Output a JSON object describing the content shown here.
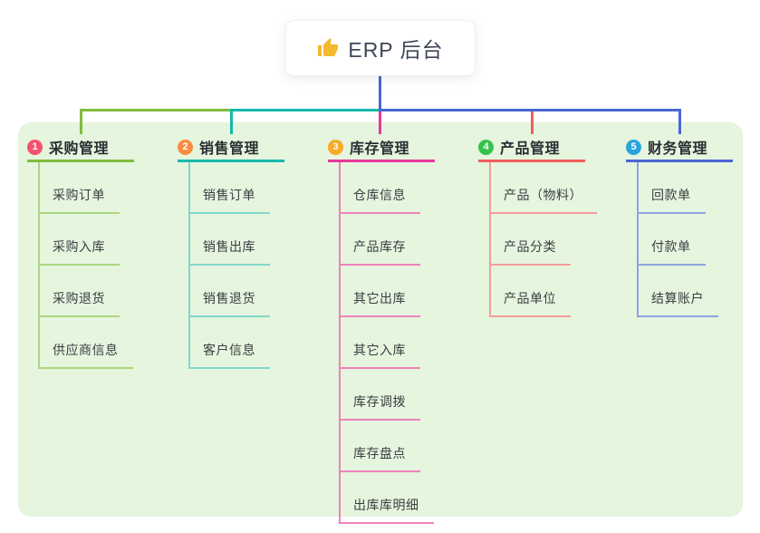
{
  "root": {
    "label": "ERP 后台",
    "icon": "thumbs-up",
    "icon_color": "#f5b82e"
  },
  "panel": {
    "background": "#e5f5de"
  },
  "connector": {
    "trunk_color": "#4a66d6"
  },
  "branches": [
    {
      "number": "1",
      "label": "采购管理",
      "badge_color": "#f4516c",
      "line_color": "#80bc3e",
      "tint_color": "#abd77f",
      "children": [
        "采购订单",
        "采购入库",
        "采购退货",
        "供应商信息"
      ]
    },
    {
      "number": "2",
      "label": "销售管理",
      "badge_color": "#f98b43",
      "line_color": "#15b8ac",
      "tint_color": "#82d7cc",
      "children": [
        "销售订单",
        "销售出库",
        "销售退货",
        "客户信息"
      ]
    },
    {
      "number": "3",
      "label": "库存管理",
      "badge_color": "#f8aa26",
      "line_color": "#e6399b",
      "tint_color": "#ef82bd",
      "children": [
        "仓库信息",
        "产品库存",
        "其它出库",
        "其它入库",
        "库存调拨",
        "库存盘点",
        "出库库明细"
      ]
    },
    {
      "number": "4",
      "label": "产品管理",
      "badge_color": "#36c34b",
      "line_color": "#f15e5e",
      "tint_color": "#f49d9d",
      "children": [
        "产品（物料）",
        "产品分类",
        "产品单位"
      ]
    },
    {
      "number": "5",
      "label": "财务管理",
      "badge_color": "#2aa4e0",
      "line_color": "#4a66d6",
      "tint_color": "#90a3e2",
      "children": [
        "回款单",
        "付款单",
        "结算账户"
      ]
    }
  ]
}
